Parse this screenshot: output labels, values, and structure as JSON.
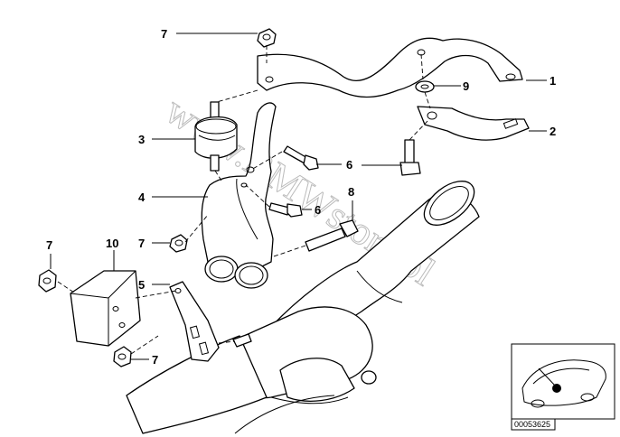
{
  "watermark": "www.BMWstore.pl",
  "diagram_code": "00053625",
  "callouts": [
    {
      "id": "c1",
      "label": "1"
    },
    {
      "id": "c2",
      "label": "2"
    },
    {
      "id": "c3",
      "label": "3"
    },
    {
      "id": "c4",
      "label": "4"
    },
    {
      "id": "c5",
      "label": "5"
    },
    {
      "id": "c6a",
      "label": "6"
    },
    {
      "id": "c6b",
      "label": "6"
    },
    {
      "id": "c7a",
      "label": "7"
    },
    {
      "id": "c7b",
      "label": "7"
    },
    {
      "id": "c7c",
      "label": "7"
    },
    {
      "id": "c7d",
      "label": "7"
    },
    {
      "id": "c8",
      "label": "8"
    },
    {
      "id": "c9",
      "label": "9"
    },
    {
      "id": "c10",
      "label": "10"
    }
  ]
}
